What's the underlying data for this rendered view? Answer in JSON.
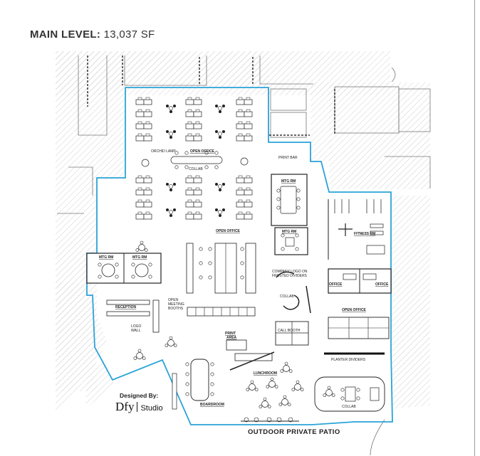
{
  "header": {
    "level_label": "MAIN LEVEL:",
    "area_value": "13,037 SF"
  },
  "colors": {
    "boundary": "#2aa3d8",
    "hatch": "#c9c9c9",
    "walls": "#1a1a1a",
    "furniture": "#222222"
  },
  "rooms": {
    "open_office_north": "OPEN OFFICE",
    "orchid_lamp": "ORCHID LAMP",
    "collab_north": "COLLAB",
    "print_bar": "PRINT BAR",
    "mtg_rm_east_top": "MTG RM",
    "mtg_rm_east_small": "MTG RM",
    "open_office_center": "OPEN OFFICE",
    "mtg_rm_west_1": "MTG RM",
    "mtg_rm_west_2": "MTG RM",
    "fitness_rm": "FITNESS RM",
    "company_logo_note_1": "COMPANY LOGO ON",
    "company_logo_note_2": "FROSTED DIVIDERS",
    "collab_center": "COLLAB",
    "office_1": "OFFICE",
    "office_2": "OFFICE",
    "reception": "RECEPTION",
    "open_meeting_1": "OPEN",
    "open_meeting_2": "MEETING",
    "open_meeting_3": "BOOTHS",
    "logo_wall_1": "LOGO",
    "logo_wall_2": "WALL",
    "open_office_south": "OPEN OFFICE",
    "call_booth": "CALL BOOTH",
    "print_area_1": "PRINT",
    "print_area_2": "AREA",
    "planter_dividers": "PLANTER DIVIDERS",
    "lunchroom": "LUNCHROOM",
    "boardroom": "BOARDROOM",
    "collab_south": "COLLAB"
  },
  "footer": {
    "patio_label": "OUTDOOR PRIVATE PATIO",
    "designed_by": "Designed By:",
    "logo_mark": "Dfy",
    "logo_studio": "Studio"
  }
}
